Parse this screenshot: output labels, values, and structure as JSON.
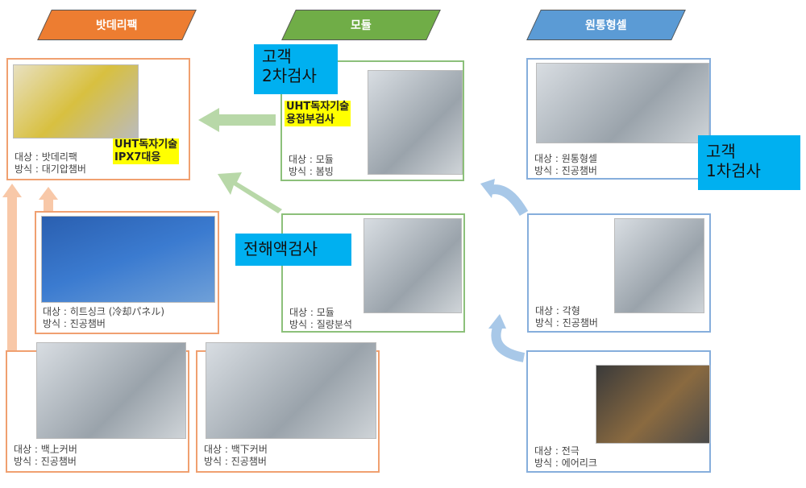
{
  "headers": {
    "battery_pack": "밧데리팩",
    "module": "모듈",
    "cylindrical_cell": "원통형셀"
  },
  "colors": {
    "orange": "#ED7D31",
    "green": "#70AD47",
    "blue": "#5B9BD5",
    "callout": "#00B0F0",
    "highlight": "#FFFF00"
  },
  "cards": {
    "battery_pack": {
      "target": "대상 : 밧데리팩",
      "method": "방식 : 대기압챔버",
      "highlight": [
        "UHT독자기술",
        "IPX7대응"
      ]
    },
    "module_1": {
      "target": "대상 : 모듈",
      "method": "방식 : 봄빙",
      "highlight": [
        "UHT독자기술",
        "용접부검사"
      ]
    },
    "cylindrical": {
      "target": "대상 : 원통형셀",
      "method": "방식 : 진공챔버"
    },
    "heatsink": {
      "target": "대상 : 히트싱크 (冷却パネル)",
      "method": "방식 : 진공챔버"
    },
    "module_2": {
      "target": "대상 : 모듈",
      "method": "방식 : 질량분석"
    },
    "prismatic": {
      "target": "대상 : 각형",
      "method": "방식 : 진공챔버"
    },
    "upper_cover": {
      "target": "대상 : 백上커버",
      "method": "방식 : 진공챔버"
    },
    "lower_cover": {
      "target": "대상 : 백下커버",
      "method": "방식 : 진공챔버"
    },
    "electrode": {
      "target": "대상 : 전극",
      "method": "방식 : 에어리크"
    }
  },
  "callouts": {
    "customer_2nd_a": "고객",
    "customer_2nd_b": "2차검사",
    "customer_1st_a": "고객",
    "customer_1st_b": "1차검사",
    "electrolyte": "전해액검사"
  }
}
